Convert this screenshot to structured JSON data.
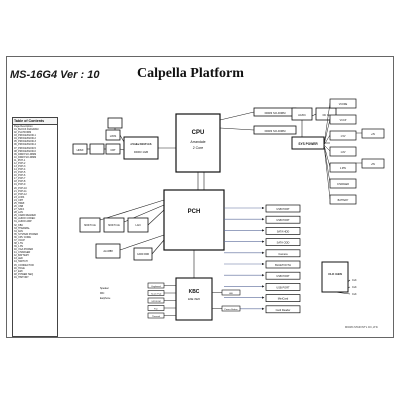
{
  "header": {
    "model_id": "MS-16G4  Ver : 10",
    "platform_title": "Calpella Platform"
  },
  "toc": {
    "title": "Table of Contents",
    "items": [
      "Page Description",
      "01_BLOCK DIAGRAM",
      "02_PLATFORM",
      "03_PROCESSOR-1",
      "04_PROCESSOR-2",
      "05_PROCESSOR-3",
      "06_PROCESSOR-4",
      "07_PROCESSOR-5",
      "08_PROCESSOR-6",
      "09_DDR3 SO-DIMM",
      "10_DDR3 SO-DIMM",
      "11_PCH-1",
      "12_PCH-2",
      "13_PCH-3",
      "14_PCH-4",
      "15_PCH-5",
      "16_PCH-6",
      "17_PCH-7",
      "18_PCH-8",
      "19_PCH-9",
      "20_PCH-10",
      "21_PCH-11",
      "22_PCH-12",
      "23_LVDS",
      "24_CRT",
      "25_HDMI",
      "26_USB",
      "27_SATA",
      "28_LAN",
      "29_CARD READER",
      "30_AUDIO CODEC",
      "31_AUDIO AMP",
      "32_KBC",
      "33_THERMAL",
      "34_FAN",
      "35_SYSTEM POWER",
      "36_CPU CORE",
      "37_VCCP",
      "38_1.5V",
      "39_1.8V",
      "40_VGA POWER",
      "41_CHARGER",
      "42_BATTERY",
      "43_LED",
      "44_SWITCH",
      "45_CONNECTOR",
      "46_HOLE",
      "47_EMI",
      "48_POWER SEQ",
      "49_HISTORY"
    ]
  },
  "blocks": {
    "cpu": {
      "title": "CPU",
      "lines": [
        "Arrandale",
        "2 Core"
      ]
    },
    "pch": {
      "title": "PCH"
    },
    "kbc": {
      "title": "KBC",
      "sub": "ENE 3926"
    },
    "vga": {
      "lines": [
        "nVidia N11P-GS",
        "DDR3 1GB"
      ]
    },
    "dimm_a": "DDR3 SO-DIMM",
    "dimm_b": "DDR3 SO-DIMM",
    "sys_power": "SYS POWER",
    "lvds": "LVDS",
    "crt": "CRT",
    "hdmi": "HDMI",
    "audio_codec": "ALC888",
    "audio_sub": [
      "Speaker",
      "MIC",
      "Earphone"
    ],
    "card_reader": "CARD RDR",
    "lan": "LAN",
    "mini_pcie": [
      "MINI PCI-E",
      "MINI PCI-E"
    ],
    "right_pch": [
      "USB PORT",
      "USB PORT",
      "SATA HDD",
      "SATA ODD",
      "Camera",
      "BLUETOOTH",
      "USB PORT",
      "USB PORT",
      "MiniCard",
      "Card Reader"
    ],
    "kbc_left": [
      "Keyboard",
      "Touch Pad",
      "SPI ROM",
      "Fan",
      "Thermal"
    ],
    "kbc_right": [
      "LED",
      "Power Button"
    ],
    "power_tree": [
      "VCORE",
      "VCCP",
      "1.5V",
      "1.8V",
      "1.05V",
      "CHARGER",
      "BATTERY"
    ],
    "power_tree_right": [
      "+3V",
      "+5V"
    ],
    "power_top": [
      "AC/DC"
    ],
    "power_mid": [
      "DC IN"
    ],
    "bottom_right": {
      "box": "CLK GEN",
      "outs": [
        "CLK",
        "CLK",
        "CLK"
      ]
    }
  },
  "colors": {
    "line": "#222222",
    "link": "#5a6a9a",
    "box": "#111111"
  },
  "footer": "MICRO-STAR INT'L CO.,LTD."
}
